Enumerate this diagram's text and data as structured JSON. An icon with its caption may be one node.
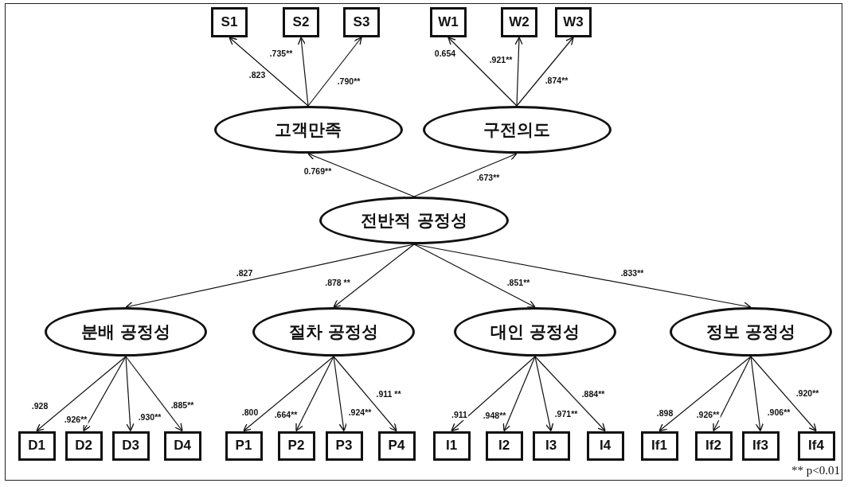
{
  "diagram": {
    "nodes": [
      {
        "text": [
          "S1"
        ]
      },
      {
        "text": [
          "S2"
        ]
      },
      {
        "text": [
          "S3"
        ]
      },
      {
        "text": [
          "W1"
        ]
      },
      {
        "text": [
          "W2"
        ]
      },
      {
        "text": [
          "W3"
        ]
      },
      {
        "text": [
          "고객만족"
        ]
      },
      {
        "text": [
          "구전의도"
        ]
      },
      {
        "text": [
          "전반적 공정성"
        ]
      },
      {
        "text": [
          "분배 공정성"
        ]
      },
      {
        "text": [
          "절차 공정성"
        ]
      },
      {
        "text": [
          "대인 공정성"
        ]
      },
      {
        "text": [
          "정보 공정성"
        ]
      },
      {
        "text": [
          "D1"
        ]
      },
      {
        "text": [
          "D2"
        ]
      },
      {
        "text": [
          "D3"
        ]
      },
      {
        "text": [
          "D4"
        ]
      },
      {
        "text": [
          "P1"
        ]
      },
      {
        "text": [
          "P2"
        ]
      },
      {
        "text": [
          "P3"
        ]
      },
      {
        "text": [
          "P4"
        ]
      },
      {
        "text": [
          "I1"
        ]
      },
      {
        "text": [
          "I2"
        ]
      },
      {
        "text": [
          "I3"
        ]
      },
      {
        "text": [
          "I4"
        ]
      },
      {
        "text": [
          "If1"
        ]
      },
      {
        "text": [
          "If2"
        ]
      },
      {
        "text": [
          "If3"
        ]
      },
      {
        "text": [
          "If4"
        ]
      }
    ],
    "edges": [
      {
        "from": 6,
        "to": 0,
        "arrow": "to",
        "label": ".823"
      },
      {
        "from": 6,
        "to": 1,
        "arrow": "to",
        "label": ".735**"
      },
      {
        "from": 6,
        "to": 2,
        "arrow": "to",
        "label": ".790**"
      },
      {
        "from": 7,
        "to": 3,
        "arrow": "to",
        "label": "0.654"
      },
      {
        "from": 7,
        "to": 4,
        "arrow": "to",
        "label": ".921**"
      },
      {
        "from": 7,
        "to": 5,
        "arrow": "to",
        "label": ".874**"
      },
      {
        "from": 8,
        "to": 6,
        "arrow": "to",
        "label": "0.769**"
      },
      {
        "from": 8,
        "to": 7,
        "arrow": "to",
        "label": ".673**"
      },
      {
        "from": 8,
        "to": 9,
        "arrow": "to",
        "label": ".827"
      },
      {
        "from": 8,
        "to": 10,
        "arrow": "to",
        "label": ".878 **"
      },
      {
        "from": 8,
        "to": 11,
        "arrow": "to",
        "label": ".851**"
      },
      {
        "from": 8,
        "to": 12,
        "arrow": "to",
        "label": ".833**"
      },
      {
        "from": 9,
        "to": 13,
        "arrow": "to",
        "label": ".928"
      },
      {
        "from": 9,
        "to": 14,
        "arrow": "to",
        "label": ".926**"
      },
      {
        "from": 9,
        "to": 15,
        "arrow": "to",
        "label": ".930**"
      },
      {
        "from": 9,
        "to": 16,
        "arrow": "to",
        "label": ".885**"
      },
      {
        "from": 10,
        "to": 17,
        "arrow": "to",
        "label": ".800"
      },
      {
        "from": 10,
        "to": 18,
        "arrow": "to",
        "label": ".664**"
      },
      {
        "from": 10,
        "to": 19,
        "arrow": "to",
        "label": ".924**"
      },
      {
        "from": 10,
        "to": 20,
        "arrow": "to",
        "label": ".911 **"
      },
      {
        "from": 11,
        "to": 21,
        "arrow": "to",
        "label": ".911"
      },
      {
        "from": 11,
        "to": 22,
        "arrow": "to",
        "label": ".948**"
      },
      {
        "from": 11,
        "to": 23,
        "arrow": "to",
        "label": ".971**"
      },
      {
        "from": 11,
        "to": 24,
        "arrow": "to",
        "label": ".884**"
      },
      {
        "from": 12,
        "to": 25,
        "arrow": "to",
        "label": ".898"
      },
      {
        "from": 12,
        "to": 26,
        "arrow": "to",
        "label": ".926**"
      },
      {
        "from": 12,
        "to": 27,
        "arrow": "to",
        "label": ".906**"
      },
      {
        "from": 12,
        "to": 28,
        "arrow": "to",
        "label": ".920**"
      }
    ],
    "labels": [
      "** p<0.01"
    ]
  }
}
